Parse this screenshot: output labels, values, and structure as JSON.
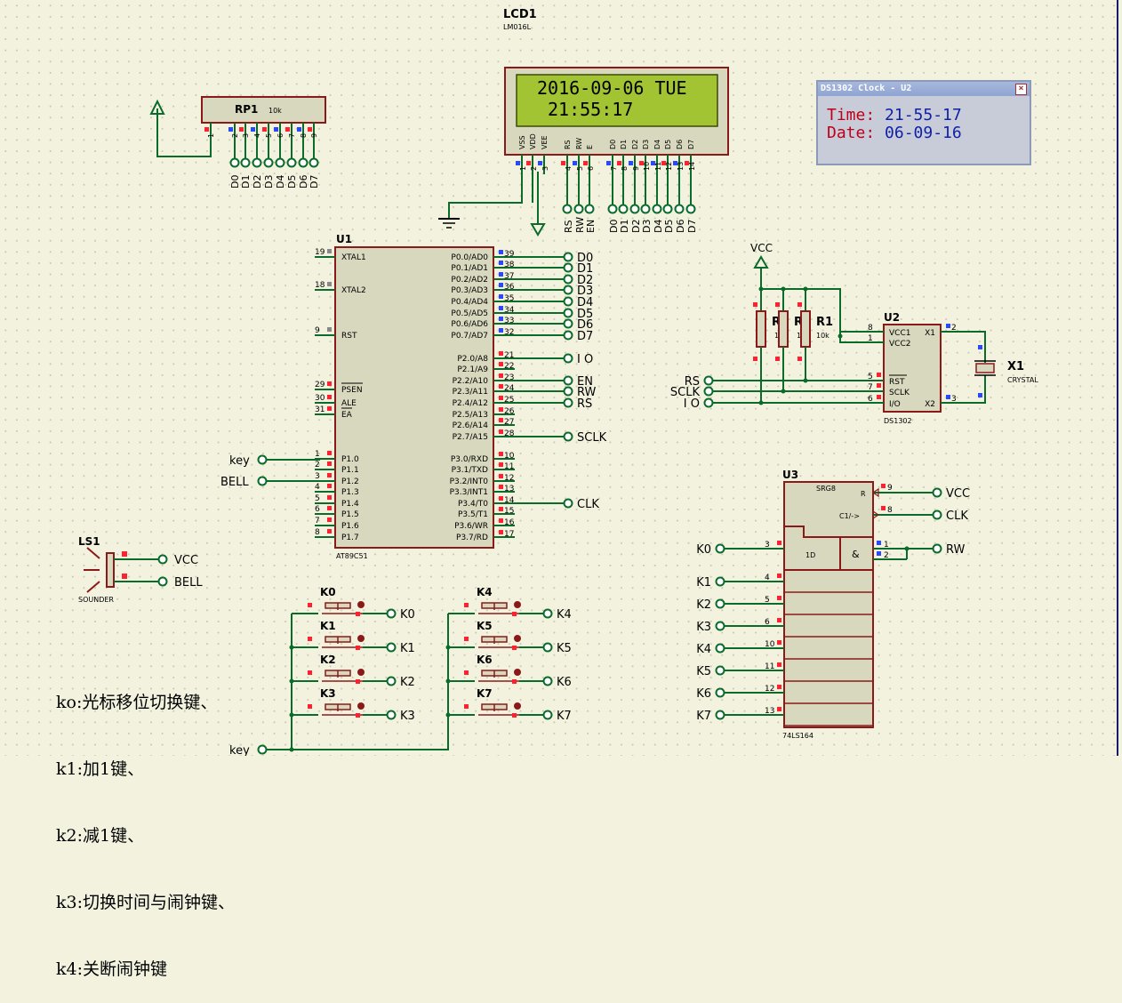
{
  "lcd": {
    "ref": "LCD1",
    "part": "LM016L",
    "line1": "2016-09-06 TUE",
    "line2": "21:55:17",
    "pin_names": [
      "VSS",
      "VDD",
      "VEE",
      "RS",
      "RW",
      "E",
      "D0",
      "D1",
      "D2",
      "D3",
      "D4",
      "D5",
      "D6",
      "D7"
    ],
    "pin_numbers": [
      "1",
      "2",
      "3",
      "4",
      "5",
      "6",
      "7",
      "8",
      "9",
      "10",
      "11",
      "12",
      "13",
      "14"
    ],
    "net_labels": [
      "RS",
      "RW",
      "EN",
      "D0",
      "D1",
      "D2",
      "D3",
      "D4",
      "D5",
      "D6",
      "D7"
    ]
  },
  "clock_window": {
    "title": "DS1302 Clock - U2",
    "close": "×",
    "time_label": "Time:",
    "time_value": "21-55-17",
    "date_label": "Date:",
    "date_value": "06-09-16"
  },
  "rp1": {
    "ref": "RP1",
    "value": "10k",
    "pins": [
      "1",
      "2",
      "3",
      "4",
      "5",
      "6",
      "7",
      "8",
      "9"
    ],
    "nets": [
      "D0",
      "D1",
      "D2",
      "D3",
      "D4",
      "D5",
      "D6",
      "D7"
    ]
  },
  "u1": {
    "ref": "U1",
    "part": "AT89C51",
    "left_pins": [
      {
        "num": "19",
        "name": "XTAL1"
      },
      {
        "num": "18",
        "name": "XTAL2"
      },
      {
        "num": "9",
        "name": "RST"
      },
      {
        "num": "29",
        "name": "PSEN"
      },
      {
        "num": "30",
        "name": "ALE"
      },
      {
        "num": "31",
        "name": "EA"
      },
      {
        "num": "1",
        "name": "P1.0"
      },
      {
        "num": "2",
        "name": "P1.1"
      },
      {
        "num": "3",
        "name": "P1.2"
      },
      {
        "num": "4",
        "name": "P1.3"
      },
      {
        "num": "5",
        "name": "P1.4"
      },
      {
        "num": "6",
        "name": "P1.5"
      },
      {
        "num": "7",
        "name": "P1.6"
      },
      {
        "num": "8",
        "name": "P1.7"
      }
    ],
    "right_pins": [
      {
        "num": "39",
        "name": "P0.0/AD0",
        "net": "D0"
      },
      {
        "num": "38",
        "name": "P0.1/AD1",
        "net": "D1"
      },
      {
        "num": "37",
        "name": "P0.2/AD2",
        "net": "D2"
      },
      {
        "num": "36",
        "name": "P0.3/AD3",
        "net": "D3"
      },
      {
        "num": "35",
        "name": "P0.4/AD4",
        "net": "D4"
      },
      {
        "num": "34",
        "name": "P0.5/AD5",
        "net": "D5"
      },
      {
        "num": "33",
        "name": "P0.6/AD6",
        "net": "D6"
      },
      {
        "num": "32",
        "name": "P0.7/AD7",
        "net": "D7"
      },
      {
        "num": "21",
        "name": "P2.0/A8",
        "net": "I O"
      },
      {
        "num": "22",
        "name": "P2.1/A9",
        "net": ""
      },
      {
        "num": "23",
        "name": "P2.2/A10",
        "net": "EN"
      },
      {
        "num": "24",
        "name": "P2.3/A11",
        "net": "RW"
      },
      {
        "num": "25",
        "name": "P2.4/A12",
        "net": "RS"
      },
      {
        "num": "26",
        "name": "P2.5/A13",
        "net": ""
      },
      {
        "num": "27",
        "name": "P2.6/A14",
        "net": ""
      },
      {
        "num": "28",
        "name": "P2.7/A15",
        "net": "SCLK"
      },
      {
        "num": "10",
        "name": "P3.0/RXD",
        "net": ""
      },
      {
        "num": "11",
        "name": "P3.1/TXD",
        "net": ""
      },
      {
        "num": "12",
        "name": "P3.2/INT0",
        "net": ""
      },
      {
        "num": "13",
        "name": "P3.3/INT1",
        "net": ""
      },
      {
        "num": "14",
        "name": "P3.4/T0",
        "net": "CLK"
      },
      {
        "num": "15",
        "name": "P3.5/T1",
        "net": ""
      },
      {
        "num": "16",
        "name": "P3.6/WR",
        "net": ""
      },
      {
        "num": "17",
        "name": "P3.7/RD",
        "net": ""
      }
    ],
    "key_net": "key",
    "bell_net": "BELL"
  },
  "power": {
    "vcc": "VCC"
  },
  "resistors": [
    {
      "ref": "R3",
      "value": "10k"
    },
    {
      "ref": "R2",
      "value": "10k"
    },
    {
      "ref": "R1",
      "value": "10k"
    }
  ],
  "u2": {
    "ref": "U2",
    "part": "DS1302",
    "pins_left": [
      {
        "num": "8",
        "name": "VCC1"
      },
      {
        "num": "1",
        "name": "VCC2"
      },
      {
        "num": "5",
        "name": "RST"
      },
      {
        "num": "7",
        "name": "SCLK"
      },
      {
        "num": "6",
        "name": "I/O"
      }
    ],
    "pins_right": [
      {
        "num": "2",
        "name": "X1"
      },
      {
        "num": "3",
        "name": "X2"
      }
    ],
    "nets": [
      "RS",
      "SCLK",
      "I O"
    ]
  },
  "x1": {
    "ref": "X1",
    "part": "CRYSTAL"
  },
  "ls1": {
    "ref": "LS1",
    "part": "SOUNDER",
    "nets": [
      "VCC",
      "BELL"
    ]
  },
  "keys": {
    "left": [
      {
        "ref": "K0",
        "net": "K0"
      },
      {
        "ref": "K1",
        "net": "K1"
      },
      {
        "ref": "K2",
        "net": "K2"
      },
      {
        "ref": "K3",
        "net": "K3"
      }
    ],
    "right": [
      {
        "ref": "K4",
        "net": "K4"
      },
      {
        "ref": "K5",
        "net": "K5"
      },
      {
        "ref": "K6",
        "net": "K6"
      },
      {
        "ref": "K7",
        "net": "K7"
      }
    ],
    "common_net": "key"
  },
  "u3": {
    "ref": "U3",
    "part": "74LS164",
    "header": "SRG8",
    "r_label": "R",
    "c_label": "C1/->",
    "d_label": "1D",
    "and_label": "&",
    "top_pins": [
      {
        "num": "9",
        "net": "VCC"
      },
      {
        "num": "8",
        "net": "CLK"
      }
    ],
    "and_pins": [
      {
        "num": "1"
      },
      {
        "num": "2"
      }
    ],
    "and_net": "RW",
    "outputs": [
      {
        "num": "3",
        "net": "K0"
      },
      {
        "num": "4",
        "net": "K1"
      },
      {
        "num": "5",
        "net": "K2"
      },
      {
        "num": "6",
        "net": "K3"
      },
      {
        "num": "10",
        "net": "K4"
      },
      {
        "num": "11",
        "net": "K5"
      },
      {
        "num": "12",
        "net": "K6"
      },
      {
        "num": "13",
        "net": "K7"
      }
    ]
  },
  "notes": [
    "ko:光标移位切换键、",
    "k1:加1键、",
    "k2:减1键、",
    "k3:切换时间与闹钟键、",
    "k4:关断闹钟键"
  ]
}
